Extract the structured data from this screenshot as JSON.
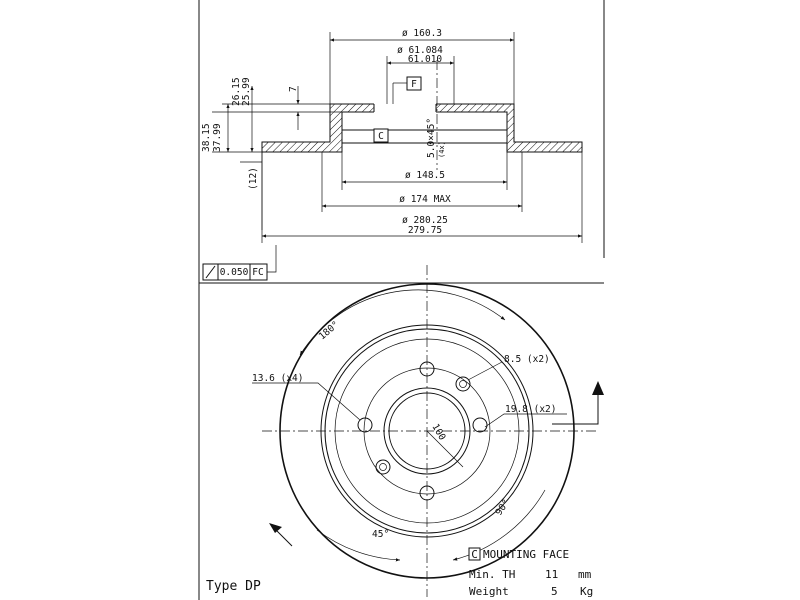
{
  "section_view": {
    "dimensions": {
      "outer_diameter_top": "ø 160.3",
      "bore_diameter_max": "ø 61.084",
      "bore_diameter_min": "61.010",
      "hub_height_max": "26.15",
      "hub_height_min": "25.99",
      "step_height": "7",
      "total_height_max": "38.15",
      "total_height_min": "37.99",
      "ref_height": "(12)",
      "chamfer": "5.0×45°",
      "chamfer_note": "(4x)",
      "inner_diameter": "ø 148.5",
      "max_diameter": "ø 174 MAX",
      "disc_diameter_max": "ø 280.25",
      "disc_diameter_min": "279.75"
    },
    "datum_f": "F",
    "datum_c": "C",
    "tolerance_frame": {
      "symbol": "flatness-icon",
      "value": "0.050",
      "datum": "FC"
    }
  },
  "plan_view": {
    "angle_top": "180°",
    "hole_small": "8.5 (x2)",
    "hole_bolt": "13.6 (x4)",
    "hole_locate": "19.8 (x2)",
    "pcd": "100",
    "angle_left": "45°",
    "angle_right": "90°"
  },
  "notes": {
    "mounting_face_symbol": "C",
    "mounting_face": "MOUNTING FACE",
    "min_th_label": "Min. TH",
    "min_th_value": "11",
    "min_th_unit": "mm",
    "weight_label": "Weight",
    "weight_value": "5",
    "weight_unit": "Kg"
  },
  "type_label": "Type DP"
}
